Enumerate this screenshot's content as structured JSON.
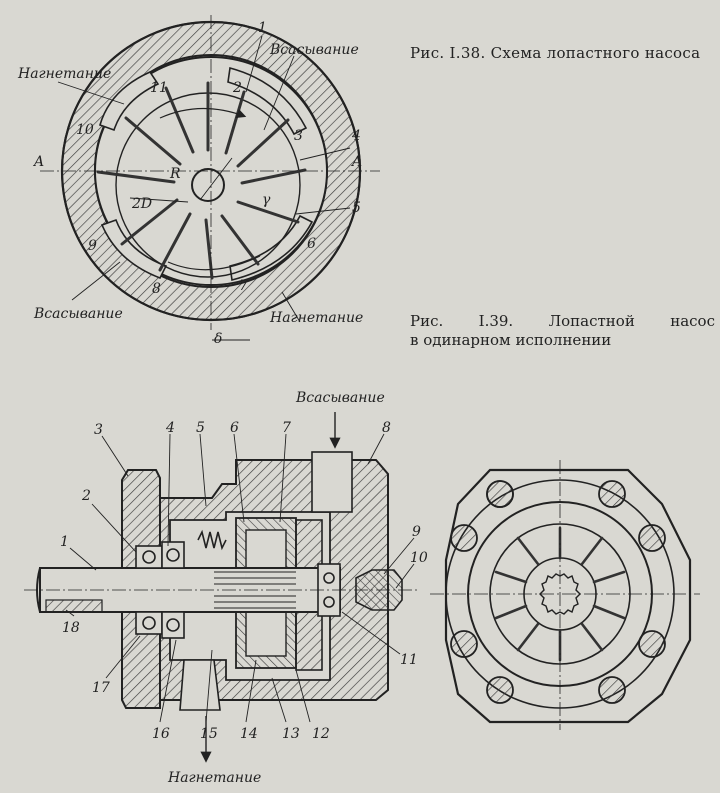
{
  "fig38": {
    "caption": "Рис. I.38. Схема лопастного насоса",
    "labels": {
      "intake_top": "Всасывание",
      "discharge_left": "Нагнетание",
      "intake_bottom": "Всасывание",
      "discharge_bottom": "Нагнетание",
      "axis_a_left": "A",
      "axis_a_right": "A",
      "radius": "R",
      "diameter": "2D",
      "angle": "γ",
      "delta": "δ"
    },
    "numbers": [
      "1",
      "2",
      "3",
      "4",
      "5",
      "6",
      "7",
      "8",
      "9",
      "10",
      "11"
    ]
  },
  "fig39": {
    "caption_line1_words": [
      "Рис.",
      "I.39.",
      "Лопастной",
      "насос"
    ],
    "caption_line2": "в одинарном исполнении",
    "labels": {
      "intake": "Всасывание",
      "discharge": "Нагнетание"
    },
    "numbers": [
      "1",
      "2",
      "3",
      "4",
      "5",
      "6",
      "7",
      "8",
      "9",
      "10",
      "11",
      "12",
      "13",
      "14",
      "15",
      "16",
      "17",
      "18"
    ]
  },
  "colors": {
    "ink": "#222222",
    "paper": "#d9d8d2",
    "hatch": "#3a3a3a"
  }
}
